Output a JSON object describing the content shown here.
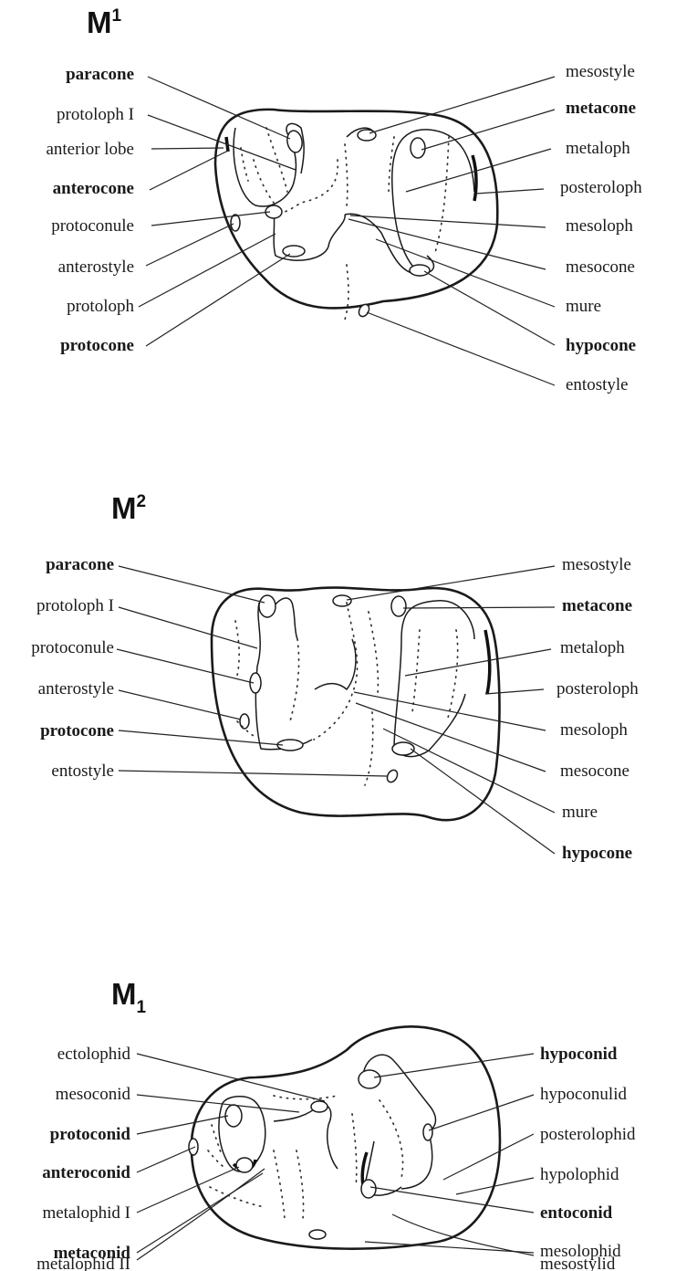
{
  "m1": {
    "title": "M",
    "title_sup": "1",
    "left_labels": [
      {
        "text": "paracone",
        "bold": true
      },
      {
        "text": "protoloph I",
        "bold": false
      },
      {
        "text": "anterior lobe",
        "bold": false
      },
      {
        "text": "anterocone",
        "bold": true
      },
      {
        "text": "protoconule",
        "bold": false
      },
      {
        "text": "anterostyle",
        "bold": false
      },
      {
        "text": "protoloph",
        "bold": false
      },
      {
        "text": "protocone",
        "bold": true
      }
    ],
    "right_labels": [
      {
        "text": "mesostyle",
        "bold": false
      },
      {
        "text": "metacone",
        "bold": true
      },
      {
        "text": "metaloph",
        "bold": false
      },
      {
        "text": "posteroloph",
        "bold": false
      },
      {
        "text": "mesoloph",
        "bold": false
      },
      {
        "text": "mesocone",
        "bold": false
      },
      {
        "text": "mure",
        "bold": false
      },
      {
        "text": "hypocone",
        "bold": true
      },
      {
        "text": "entostyle",
        "bold": false
      }
    ]
  },
  "m2": {
    "title": "M",
    "title_sup": "2",
    "left_labels": [
      {
        "text": "paracone",
        "bold": true
      },
      {
        "text": "protoloph I",
        "bold": false
      },
      {
        "text": "protoconule",
        "bold": false
      },
      {
        "text": "anterostyle",
        "bold": false
      },
      {
        "text": "protocone",
        "bold": true
      },
      {
        "text": "entostyle",
        "bold": false
      }
    ],
    "right_labels": [
      {
        "text": "mesostyle",
        "bold": false
      },
      {
        "text": "metacone",
        "bold": true
      },
      {
        "text": "metaloph",
        "bold": false
      },
      {
        "text": "posteroloph",
        "bold": false
      },
      {
        "text": "mesoloph",
        "bold": false
      },
      {
        "text": "mesocone",
        "bold": false
      },
      {
        "text": "mure",
        "bold": false
      },
      {
        "text": "hypocone",
        "bold": true
      }
    ]
  },
  "m1_lower": {
    "title": "M",
    "title_sub": "1",
    "left_labels": [
      {
        "text": "ectolophid",
        "bold": false
      },
      {
        "text": "mesoconid",
        "bold": false
      },
      {
        "text": "protoconid",
        "bold": true
      },
      {
        "text": "anteroconid",
        "bold": true
      },
      {
        "text": "metalophid I",
        "bold": false
      },
      {
        "text": "metaconid",
        "bold": true
      },
      {
        "text": "metalophid II",
        "bold": false
      }
    ],
    "right_labels": [
      {
        "text": "hypoconid",
        "bold": true
      },
      {
        "text": "hypoconulid",
        "bold": false
      },
      {
        "text": "posterolophid",
        "bold": false
      },
      {
        "text": "hypolophid",
        "bold": false
      },
      {
        "text": "entoconid",
        "bold": true
      },
      {
        "text": "mesolophid",
        "bold": false
      },
      {
        "text": "mesostylid",
        "bold": false
      }
    ]
  }
}
